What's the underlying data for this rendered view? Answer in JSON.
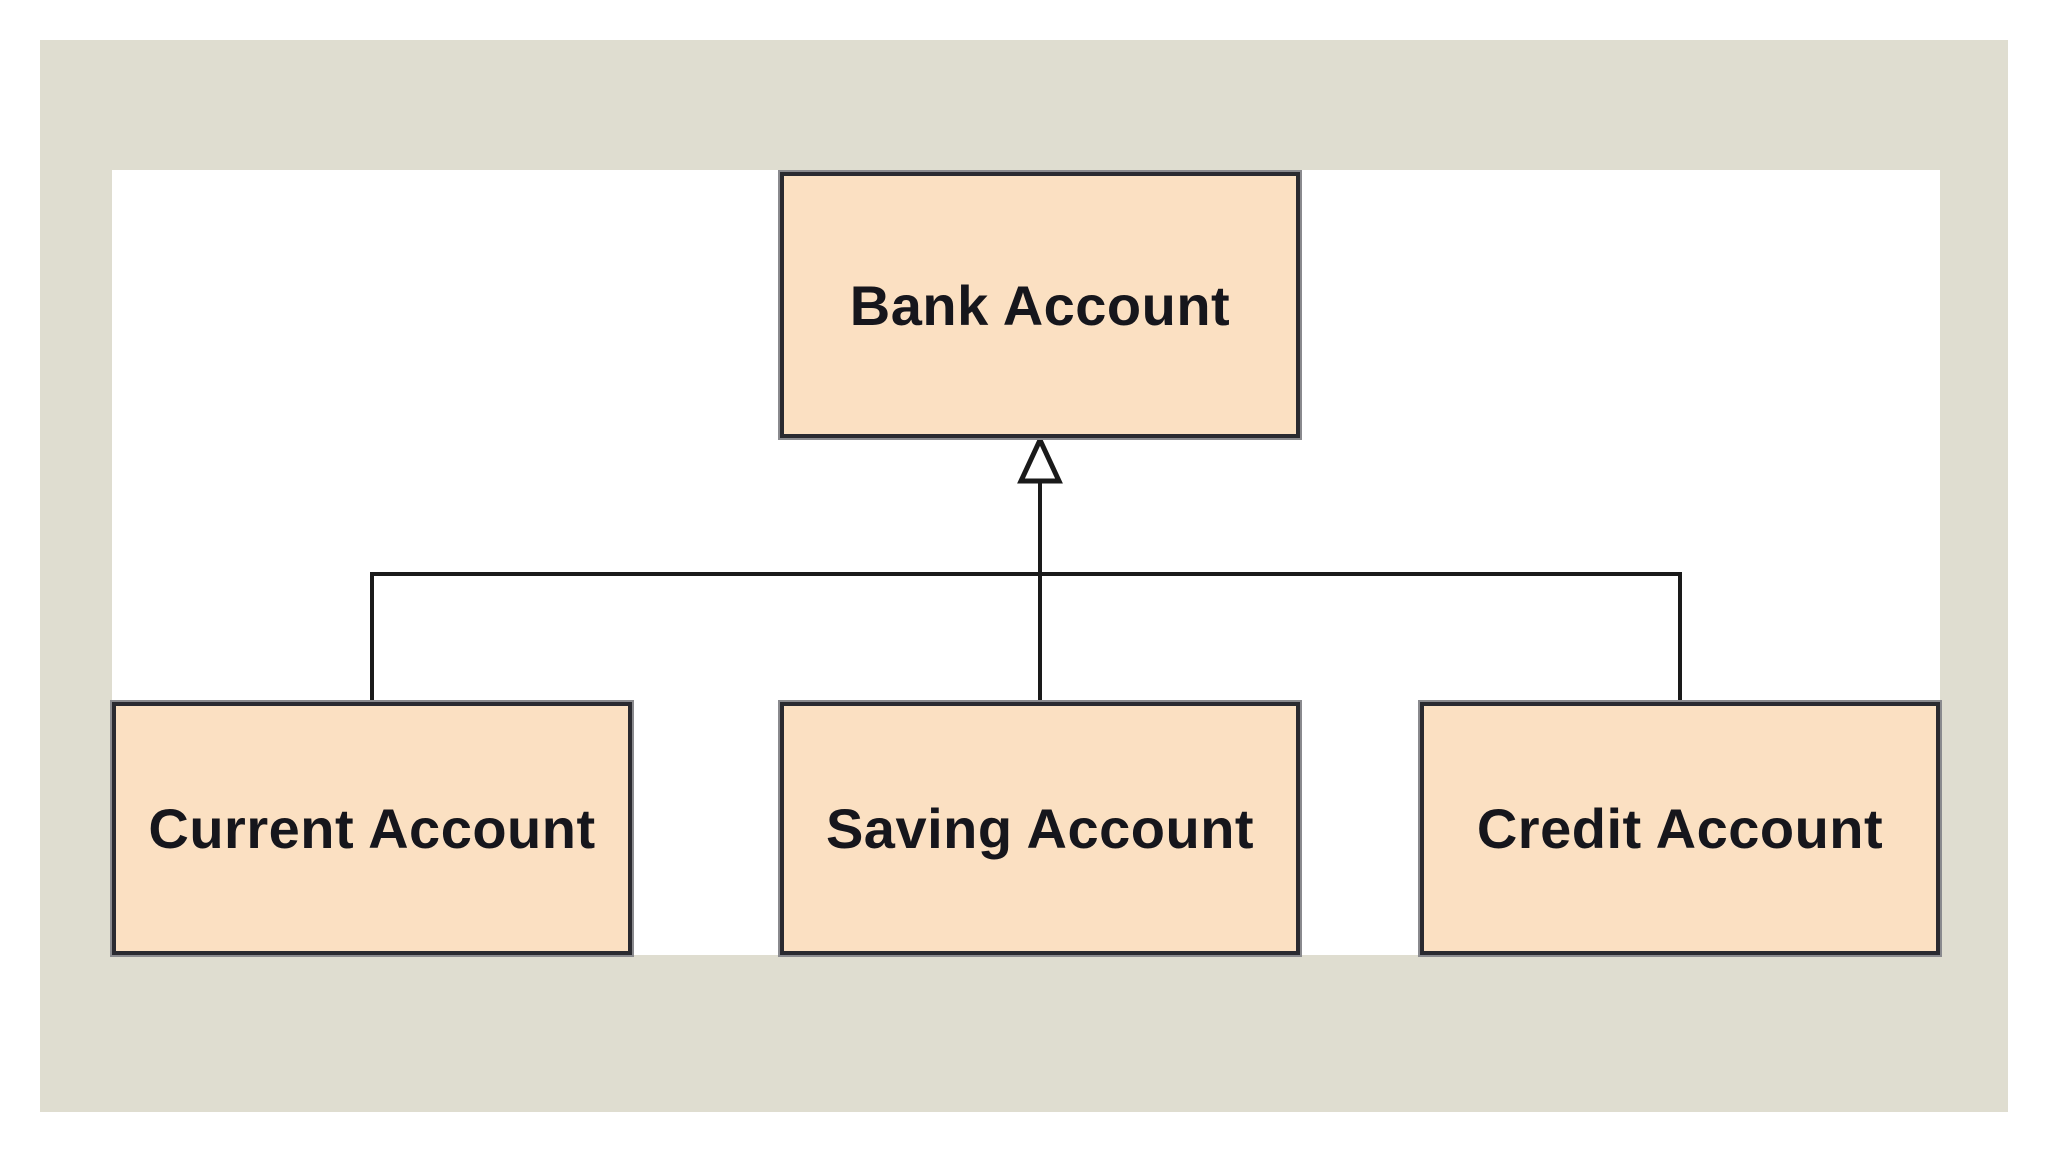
{
  "diagram": {
    "type": "uml-class-inheritance",
    "nodes": [
      {
        "id": "bank",
        "label": "Bank Account"
      },
      {
        "id": "current",
        "label": "Current Account"
      },
      {
        "id": "saving",
        "label": "Saving Account"
      },
      {
        "id": "credit",
        "label": "Credit Account"
      }
    ],
    "edges": [
      {
        "from": "current",
        "to": "bank",
        "type": "generalization"
      },
      {
        "from": "saving",
        "to": "bank",
        "type": "generalization"
      },
      {
        "from": "credit",
        "to": "bank",
        "type": "generalization"
      }
    ],
    "colors": {
      "page_bg": "#FFFFFF",
      "frame_bg": "#DFDDD0",
      "canvas_bg": "#FFFFFF",
      "node_fill": "#FBE0C2",
      "node_border": "#2A2A30",
      "edge_line": "#1A1A1A",
      "arrow_fill": "#FFFFFF",
      "text": "#16161C"
    }
  }
}
